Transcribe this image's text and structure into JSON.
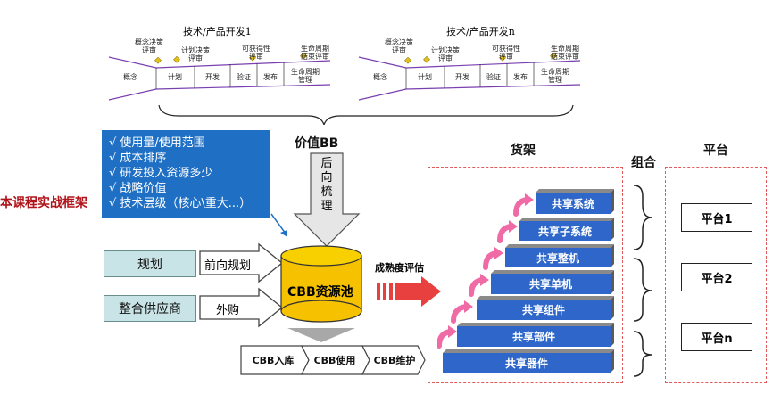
{
  "top": {
    "title_left": "技术/产品开发1",
    "title_right": "技术/产品开发n",
    "phases": [
      "概念",
      "计划",
      "开发",
      "验证",
      "发布",
      "生命周期管理"
    ],
    "milestones": [
      "概念决策评审",
      "计划决策评审",
      "可获得性评审",
      "生命周期结束评审"
    ]
  },
  "value_label": "价值BB",
  "reverse_arrow": [
    "后",
    "向",
    "梳",
    "理"
  ],
  "criteria": [
    "√ 使用量/使用范围",
    "√ 成本排序",
    "√ 研发投入资源多少",
    "√ 战略价值",
    "√ 技术层级（核心\\重大...）"
  ],
  "framework_label": "本课程实战框架",
  "inputs": [
    {
      "box": "规划",
      "arrow": "前向规划"
    },
    {
      "box": "整合供应商",
      "arrow": "外购"
    }
  ],
  "pool_label": "CBB资源池",
  "process": [
    "CBB入库",
    "CBB使用",
    "CBB维护"
  ],
  "maturity_label": "成熟度评估",
  "shelf_title": "货架",
  "combo_title": "组合",
  "platform_title": "平台",
  "shelf_steps": [
    "共享器件",
    "共享部件",
    "共享组件",
    "共享单机",
    "共享整机",
    "共享子系统",
    "共享系统"
  ],
  "platforms": [
    "平台1",
    "平台2",
    "平台n"
  ],
  "colors": {
    "blue": "#1f6fc4",
    "step": "#2e67c9",
    "teal": "#c9e4e6",
    "red": "#e83f3f",
    "pool": "#f6c200"
  }
}
